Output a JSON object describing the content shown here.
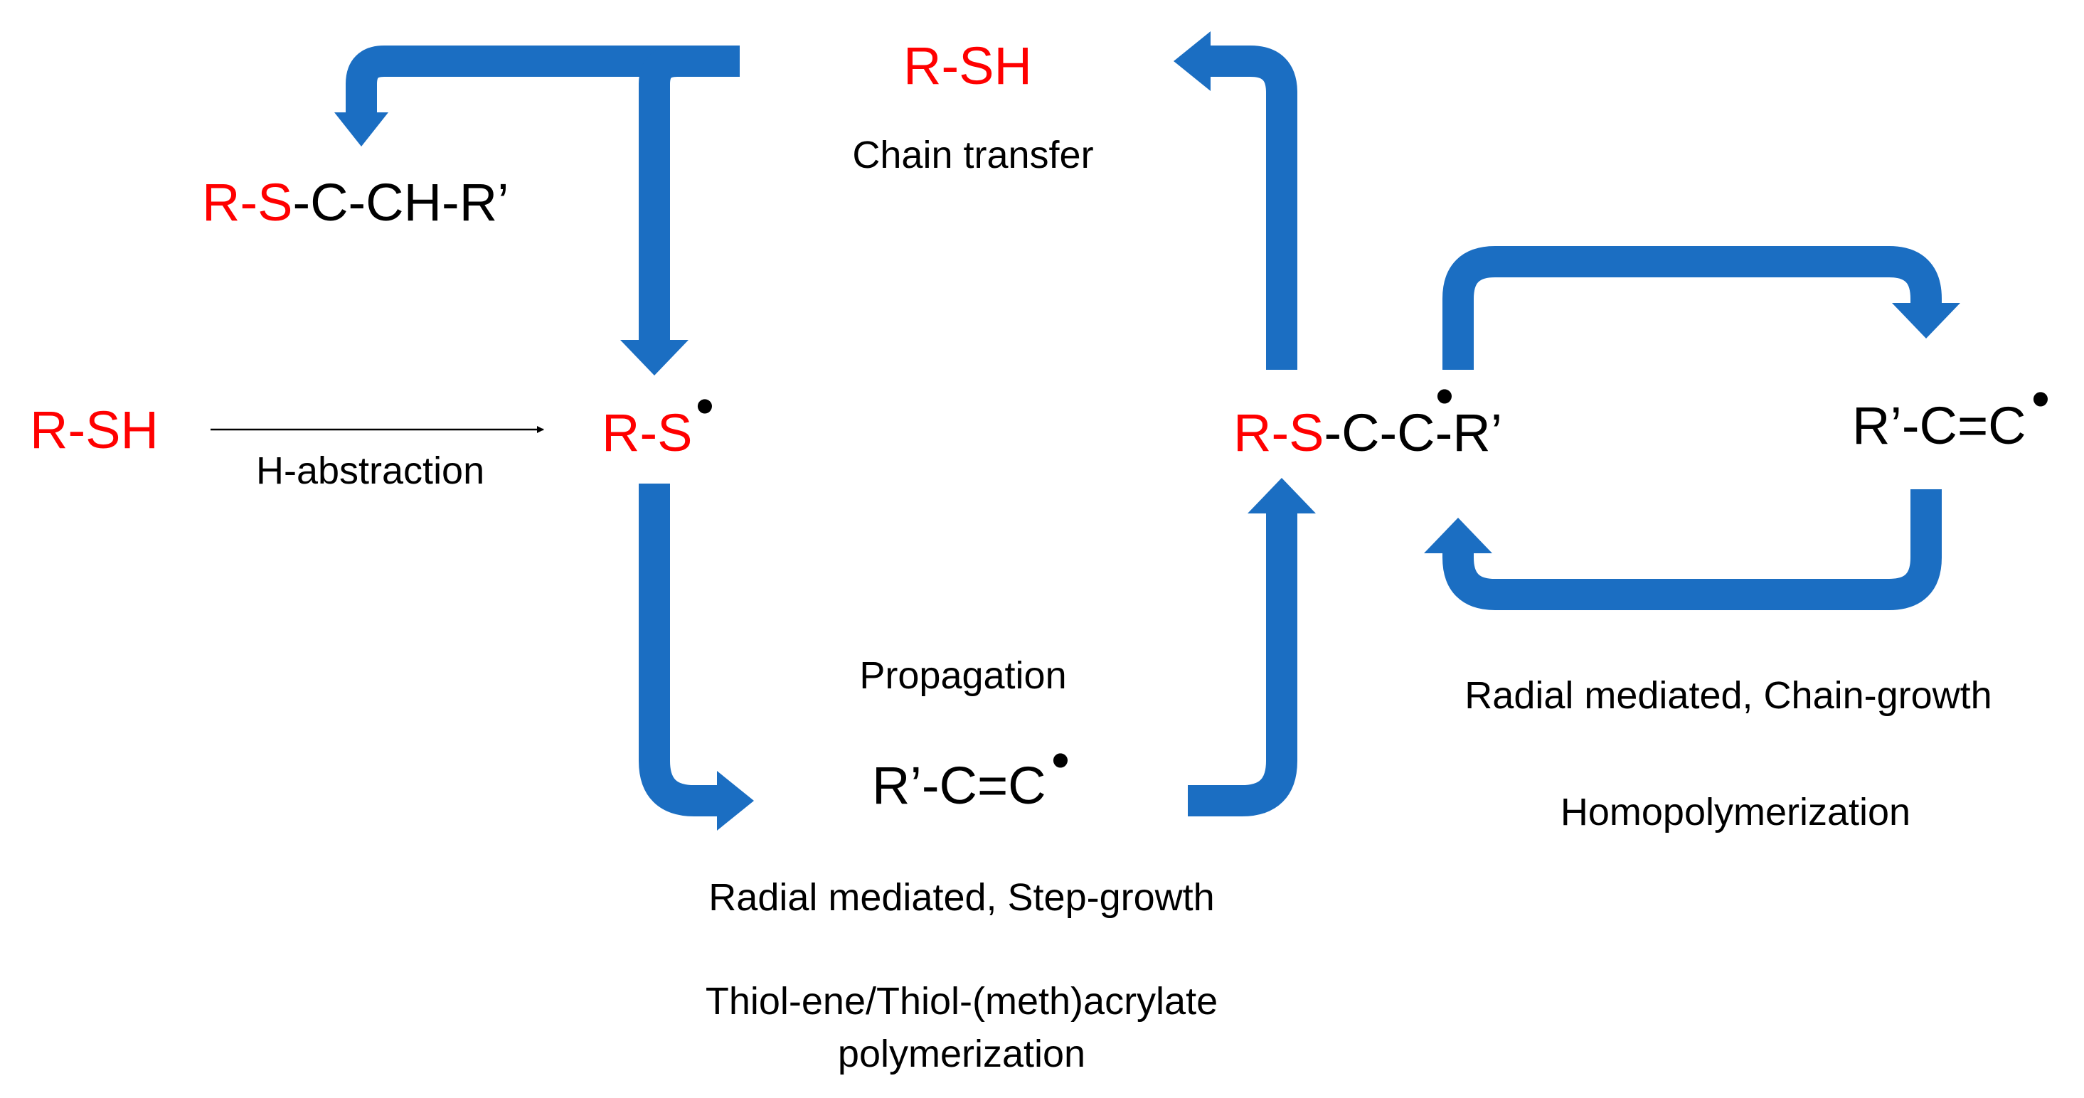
{
  "colors": {
    "arrow": "#1b6ec2",
    "highlight": "#ff0000",
    "text": "#000000"
  },
  "species": {
    "rsh_start": "R-SH",
    "rsh_top": "R-SH",
    "rs_radical": "R-S",
    "dot": "•",
    "thioether_red": "R-S",
    "thioether_rest": "-C-CH-R’",
    "adduct_red": "R-S",
    "adduct_rest": "-C-C-R’",
    "alkene_center": "R’-C=C",
    "alkene_right": "R’-C=C"
  },
  "labels": {
    "h_abstraction": "H-abstraction",
    "chain_transfer": "Chain transfer",
    "propagation": "Propagation",
    "step_growth": "Radial mediated, Step-growth",
    "thiol_ene_line1": "Thiol-ene/Thiol-(meth)acrylate",
    "thiol_ene_line2": "polymerization",
    "chain_growth": "Radial mediated, Chain-growth",
    "homopolymerization": "Homopolymerization"
  }
}
